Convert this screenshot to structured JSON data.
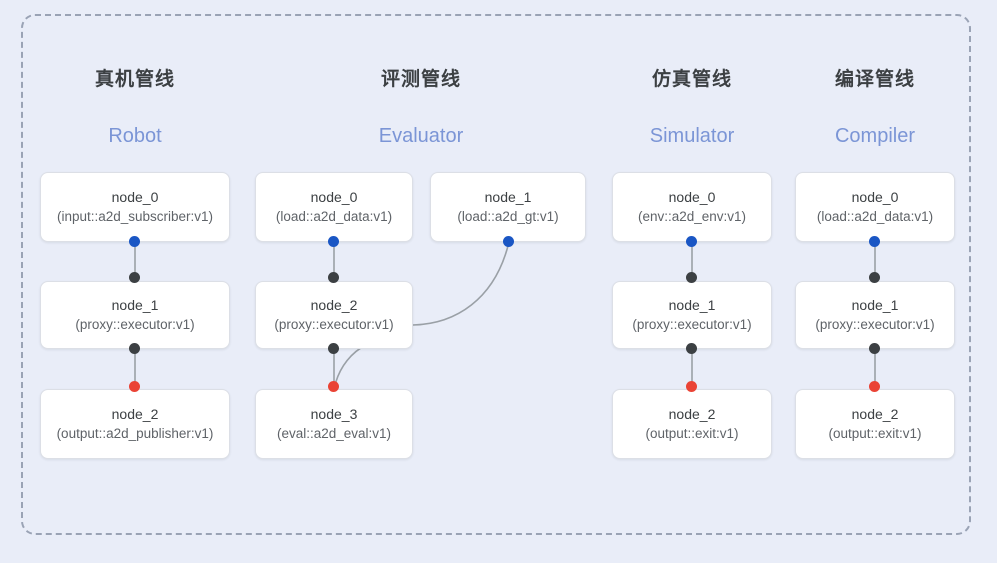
{
  "diagram": {
    "background_color": "#e9edf8",
    "frame_border_color": "#9aa3b5",
    "port_colors": {
      "input": "#1a56c4",
      "proxy": "#3c4043",
      "output": "#ea4335"
    },
    "edge_color": "#9aa0a6",
    "title_color": "#3c4043",
    "subtitle_color": "#7b95d6"
  },
  "columns": [
    {
      "id": "robot",
      "title": "真机管线",
      "subtitle": "Robot",
      "nodes": [
        {
          "name": "node_0",
          "type": "(input::a2d_subscriber:v1)"
        },
        {
          "name": "node_1",
          "type": "(proxy::executor:v1)"
        },
        {
          "name": "node_2",
          "type": "(output::a2d_publisher:v1)"
        }
      ]
    },
    {
      "id": "evaluator",
      "title": "评测管线",
      "subtitle": "Evaluator",
      "nodes": [
        {
          "name": "node_0",
          "type": "(load::a2d_data:v1)"
        },
        {
          "name": "node_1",
          "type": "(load::a2d_gt:v1)"
        },
        {
          "name": "node_2",
          "type": "(proxy::executor:v1)"
        },
        {
          "name": "node_3",
          "type": "(eval::a2d_eval:v1)"
        }
      ]
    },
    {
      "id": "simulator",
      "title": "仿真管线",
      "subtitle": "Simulator",
      "nodes": [
        {
          "name": "node_0",
          "type": "(env::a2d_env:v1)"
        },
        {
          "name": "node_1",
          "type": "(proxy::executor:v1)"
        },
        {
          "name": "node_2",
          "type": "(output::exit:v1)"
        }
      ]
    },
    {
      "id": "compiler",
      "title": "编译管线",
      "subtitle": "Compiler",
      "nodes": [
        {
          "name": "node_0",
          "type": "(load::a2d_data:v1)"
        },
        {
          "name": "node_1",
          "type": "(proxy::executor:v1)"
        },
        {
          "name": "node_2",
          "type": "(output::exit:v1)"
        }
      ]
    }
  ]
}
